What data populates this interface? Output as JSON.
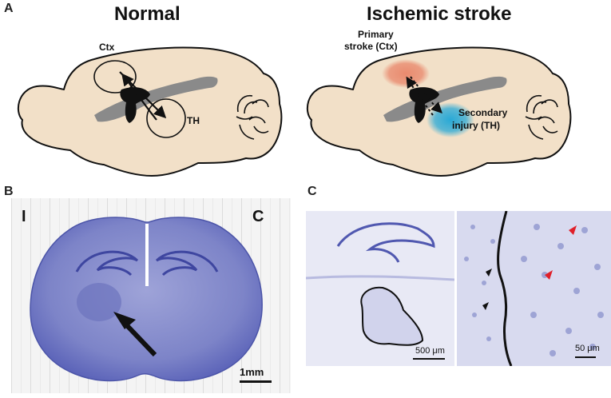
{
  "panel_a": {
    "letter": "A",
    "left": {
      "title": "Normal",
      "label_ctx": "Ctx",
      "label_th": "TH"
    },
    "right": {
      "title": "Ischemic stroke",
      "primary_line1": "Primary",
      "primary_line2": "stroke (Ctx)",
      "secondary_line1": "Secondary",
      "secondary_line2": "injury (TH)"
    }
  },
  "panel_b": {
    "letter": "B",
    "label_left": "I",
    "label_right": "C",
    "scale": "1mm"
  },
  "panel_c": {
    "letter": "C",
    "scale_left": "500 μm",
    "scale_right": "50 μm"
  },
  "colors": {
    "brain_fill": "#f2e0c8",
    "brain_stroke": "#111111",
    "ventricle": "#8a8a8a",
    "primary_stroke": "#e9866a",
    "secondary_injury": "#29a9d6",
    "nissl_stain": "#5a62b8",
    "red_arrowhead": "#e0202a"
  }
}
